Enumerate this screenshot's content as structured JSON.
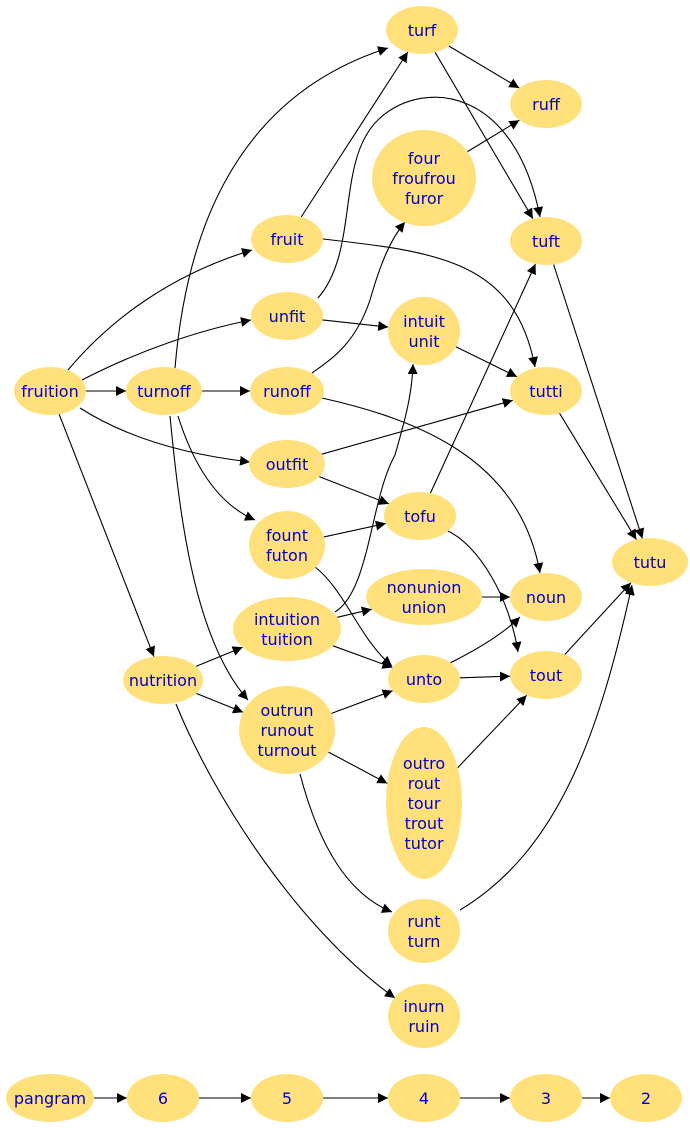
{
  "nodes": [
    {
      "id": "turf",
      "lines": [
        "turf"
      ]
    },
    {
      "id": "ruff",
      "lines": [
        "ruff"
      ]
    },
    {
      "id": "four",
      "lines": [
        "four",
        "froufrou",
        "furor"
      ]
    },
    {
      "id": "tuft",
      "lines": [
        "tuft"
      ]
    },
    {
      "id": "fruit",
      "lines": [
        "fruit"
      ]
    },
    {
      "id": "unfit",
      "lines": [
        "unfit"
      ]
    },
    {
      "id": "intuit",
      "lines": [
        "intuit",
        "unit"
      ]
    },
    {
      "id": "fruition",
      "lines": [
        "fruition"
      ]
    },
    {
      "id": "turnoff",
      "lines": [
        "turnoff"
      ]
    },
    {
      "id": "runoff",
      "lines": [
        "runoff"
      ]
    },
    {
      "id": "tutti",
      "lines": [
        "tutti"
      ]
    },
    {
      "id": "outfit",
      "lines": [
        "outfit"
      ]
    },
    {
      "id": "tofu",
      "lines": [
        "tofu"
      ]
    },
    {
      "id": "fount",
      "lines": [
        "fount",
        "futon"
      ]
    },
    {
      "id": "tutu",
      "lines": [
        "tutu"
      ]
    },
    {
      "id": "nonunion",
      "lines": [
        "nonunion",
        "union"
      ]
    },
    {
      "id": "noun",
      "lines": [
        "noun"
      ]
    },
    {
      "id": "intuition",
      "lines": [
        "intuition",
        "tuition"
      ]
    },
    {
      "id": "nutrition",
      "lines": [
        "nutrition"
      ]
    },
    {
      "id": "unto",
      "lines": [
        "unto"
      ]
    },
    {
      "id": "tout",
      "lines": [
        "tout"
      ]
    },
    {
      "id": "outrun",
      "lines": [
        "outrun",
        "runout",
        "turnout"
      ]
    },
    {
      "id": "outro",
      "lines": [
        "outro",
        "rout",
        "tour",
        "trout",
        "tutor"
      ]
    },
    {
      "id": "runt",
      "lines": [
        "runt",
        "turn"
      ]
    },
    {
      "id": "inurn",
      "lines": [
        "inurn",
        "ruin"
      ]
    },
    {
      "id": "pangram",
      "lines": [
        "pangram"
      ]
    },
    {
      "id": "n6",
      "lines": [
        "6"
      ]
    },
    {
      "id": "n5",
      "lines": [
        "5"
      ]
    },
    {
      "id": "n4",
      "lines": [
        "4"
      ]
    },
    {
      "id": "n3",
      "lines": [
        "3"
      ]
    },
    {
      "id": "n2",
      "lines": [
        "2"
      ]
    }
  ],
  "edges": [
    [
      "fruition",
      "fruit"
    ],
    [
      "fruition",
      "unfit"
    ],
    [
      "fruition",
      "turnoff"
    ],
    [
      "fruition",
      "outfit"
    ],
    [
      "fruition",
      "nutrition"
    ],
    [
      "turnoff",
      "turf"
    ],
    [
      "turnoff",
      "runoff"
    ],
    [
      "turnoff",
      "fount"
    ],
    [
      "turnoff",
      "outrun"
    ],
    [
      "fruit",
      "turf"
    ],
    [
      "fruit",
      "tutti"
    ],
    [
      "unfit",
      "intuit"
    ],
    [
      "unfit",
      "tuft"
    ],
    [
      "turf",
      "ruff"
    ],
    [
      "turf",
      "tuft"
    ],
    [
      "four",
      "ruff"
    ],
    [
      "runoff",
      "four"
    ],
    [
      "runoff",
      "noun"
    ],
    [
      "intuit",
      "tutti"
    ],
    [
      "outfit",
      "tutti"
    ],
    [
      "outfit",
      "tofu"
    ],
    [
      "fount",
      "tofu"
    ],
    [
      "fount",
      "unto"
    ],
    [
      "tofu",
      "tuft"
    ],
    [
      "tofu",
      "tout"
    ],
    [
      "tuft",
      "tutu"
    ],
    [
      "tutti",
      "tutu"
    ],
    [
      "tout",
      "tutu"
    ],
    [
      "runt",
      "tutu"
    ],
    [
      "nutrition",
      "intuition"
    ],
    [
      "nutrition",
      "outrun"
    ],
    [
      "nutrition",
      "inurn"
    ],
    [
      "intuition",
      "intuit"
    ],
    [
      "intuition",
      "nonunion"
    ],
    [
      "intuition",
      "unto"
    ],
    [
      "nonunion",
      "noun"
    ],
    [
      "unto",
      "noun"
    ],
    [
      "unto",
      "tout"
    ],
    [
      "outrun",
      "unto"
    ],
    [
      "outrun",
      "outro"
    ],
    [
      "outrun",
      "runt"
    ],
    [
      "outro",
      "tout"
    ],
    [
      "pangram",
      "n6"
    ],
    [
      "n6",
      "n5"
    ],
    [
      "n5",
      "n4"
    ],
    [
      "n4",
      "n3"
    ],
    [
      "n3",
      "n2"
    ]
  ]
}
